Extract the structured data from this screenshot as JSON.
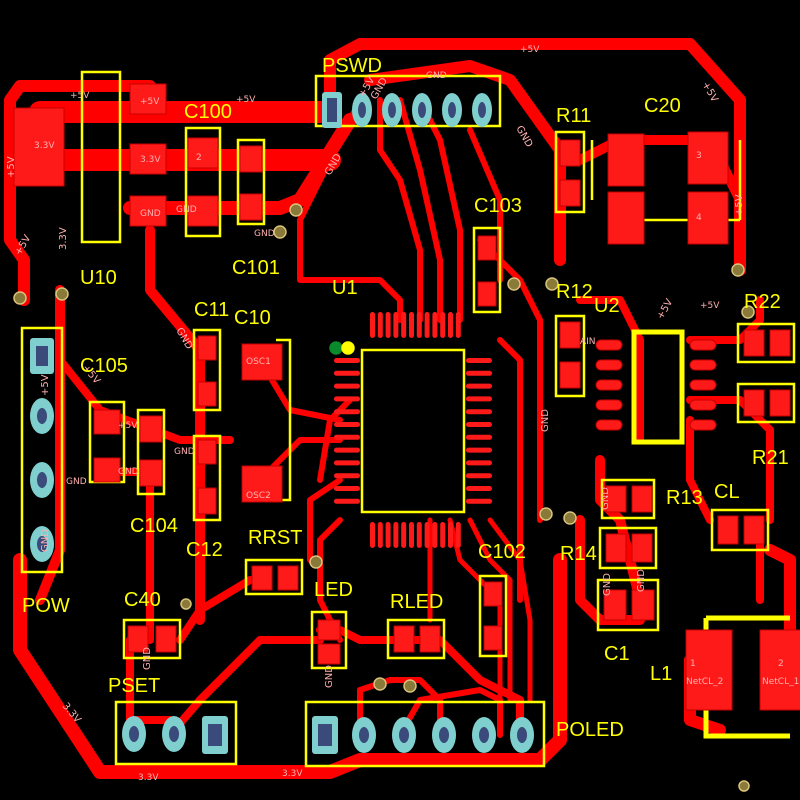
{
  "colors": {
    "background": "#000000",
    "copper": "#ff0000",
    "silkscreen": "#ffff00",
    "pad": "#ff1a1a",
    "through_hole_ring": "#7fcfcf",
    "via": "#8a7a3a",
    "net_label": "#ffb0b0"
  },
  "designators": {
    "u10": "U10",
    "c100": "C100",
    "c101": "C101",
    "c105": "C105",
    "c104": "C104",
    "c11": "C11",
    "c10": "C10",
    "c12": "C12",
    "u1": "U1",
    "c103": "C103",
    "c102": "C102",
    "rrst": "RRST",
    "led": "LED",
    "rled": "RLED",
    "c40": "C40",
    "pset": "PSET",
    "poled": "POLED",
    "pow": "POW",
    "pswd": "PSWD",
    "r11": "R11",
    "c20": "C20",
    "r12": "R12",
    "u2": "U2",
    "r22": "R22",
    "r21": "R21",
    "r13": "R13",
    "r14": "R14",
    "cl": "CL",
    "c1": "C1",
    "l1": "L1"
  },
  "nets": {
    "v5": "+5V",
    "v33": "3.3V",
    "gnd": "GND",
    "osc1": "OSC1",
    "osc2": "OSC2",
    "ain": "AIN",
    "netcl2": "NetCL_2",
    "netcl1": "NetCL_1",
    "pin1": "1",
    "pin2": "2",
    "pin3": "3",
    "pin4": "4"
  }
}
